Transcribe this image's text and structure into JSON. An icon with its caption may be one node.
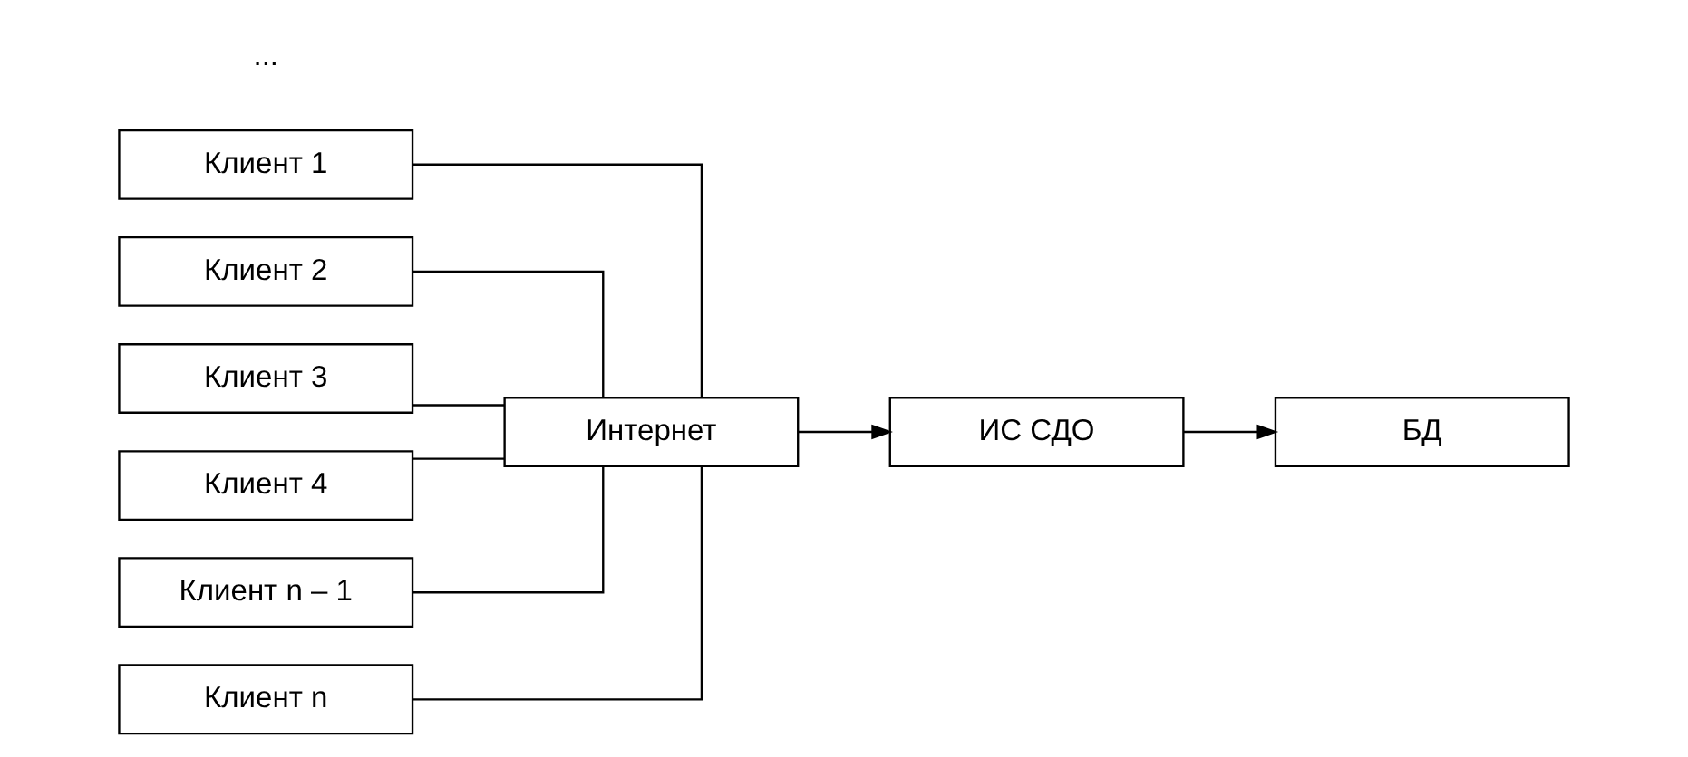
{
  "diagram": {
    "nodes": [
      {
        "text": [
          "Клиент 1"
        ]
      },
      {
        "text": [
          "Клиент 2"
        ]
      },
      {
        "text": [
          "Клиент 3"
        ]
      },
      {
        "text": [
          "Клиент 4"
        ]
      },
      {
        "text": [
          "Клиент n – 1"
        ]
      },
      {
        "text": [
          "Клиент n"
        ]
      },
      {
        "text": [
          "Интернет"
        ]
      },
      {
        "text": [
          "ИС СДО"
        ]
      },
      {
        "text": [
          "БД"
        ]
      }
    ],
    "edges": [
      {
        "from": 0,
        "to": 6,
        "arrow": "none"
      },
      {
        "from": 1,
        "to": 6,
        "arrow": "none"
      },
      {
        "from": 2,
        "to": 6,
        "arrow": "none"
      },
      {
        "from": 3,
        "to": 6,
        "arrow": "none"
      },
      {
        "from": 4,
        "to": 6,
        "arrow": "none"
      },
      {
        "from": 5,
        "to": 6,
        "arrow": "none"
      },
      {
        "from": 6,
        "to": 7,
        "arrow": "to"
      },
      {
        "from": 7,
        "to": 8,
        "arrow": "to"
      }
    ],
    "labels": [
      "..."
    ]
  }
}
